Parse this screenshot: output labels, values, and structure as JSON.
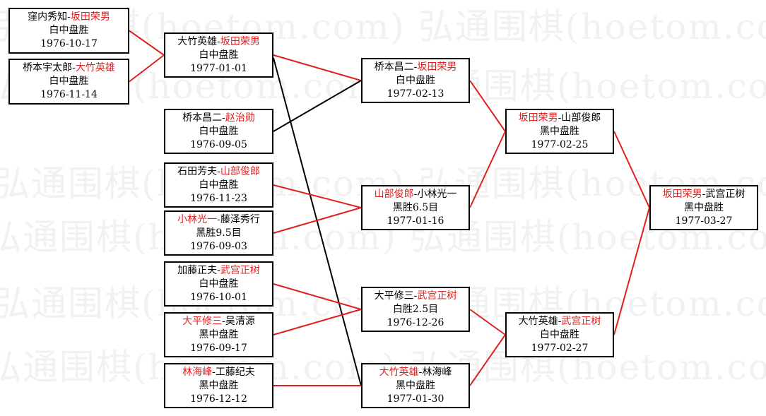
{
  "colors": {
    "winner": "#e02020",
    "text": "#000000",
    "line_win": "#e02020",
    "line_lose": "#000000",
    "watermark": "#f1f1f1"
  },
  "watermark": "弘通围棋(hoetom.com) 弘通围棋(hoetom.com)",
  "matches": [
    {
      "id": "m1",
      "round": 1,
      "black": "窪内秀知",
      "white": "坂田荣男",
      "winner": "white",
      "result": "白中盘胜",
      "date": "1976-10-17"
    },
    {
      "id": "m2",
      "round": 1,
      "black": "桥本宇太郎",
      "white": "大竹英雄",
      "winner": "white",
      "result": "白中盘胜",
      "date": "1976-11-14"
    },
    {
      "id": "m3",
      "round": 2,
      "black": "大竹英雄",
      "white": "坂田荣男",
      "winner": "white",
      "result": "白中盘胜",
      "date": "1977-01-01"
    },
    {
      "id": "m4",
      "round": 1,
      "black": "桥本昌二",
      "white": "赵治勋",
      "winner": "white",
      "result": "白中盘胜",
      "date": "1976-09-05"
    },
    {
      "id": "m5",
      "round": 1,
      "black": "石田芳夫",
      "white": "山部俊郎",
      "winner": "white",
      "result": "白中盘胜",
      "date": "1976-11-23"
    },
    {
      "id": "m6",
      "round": 1,
      "black": "小林光一",
      "white": "藤泽秀行",
      "winner": "black",
      "result": "黑胜9.5目",
      "date": "1976-09-03"
    },
    {
      "id": "m7",
      "round": 1,
      "black": "加藤正夫",
      "white": "武宫正树",
      "winner": "white",
      "result": "白中盘胜",
      "date": "1976-10-01"
    },
    {
      "id": "m8",
      "round": 1,
      "black": "大平修三",
      "white": "吴清源",
      "winner": "black",
      "result": "黑中盘胜",
      "date": "1976-09-17"
    },
    {
      "id": "m9",
      "round": 1,
      "black": "林海峰",
      "white": "工藤纪夫",
      "winner": "black",
      "result": "黑中盘胜",
      "date": "1976-12-12"
    },
    {
      "id": "m10",
      "round": 3,
      "black": "桥本昌二",
      "white": "坂田荣男",
      "winner": "white",
      "result": "白中盘胜",
      "date": "1977-02-13"
    },
    {
      "id": "m11",
      "round": 3,
      "black": "山部俊郎",
      "white": "小林光一",
      "winner": "black",
      "result": "黑胜6.5目",
      "date": "1977-01-16"
    },
    {
      "id": "m12",
      "round": 3,
      "black": "大平修三",
      "white": "武宫正树",
      "winner": "white",
      "result": "白胜2.5目",
      "date": "1976-12-26"
    },
    {
      "id": "m13",
      "round": 3,
      "black": "大竹英雄",
      "white": "林海峰",
      "winner": "black",
      "result": "黑中盘胜",
      "date": "1977-01-30"
    },
    {
      "id": "m14",
      "round": 4,
      "black": "坂田荣男",
      "white": "山部俊郎",
      "winner": "black",
      "result": "黑中盘胜",
      "date": "1977-02-25"
    },
    {
      "id": "m15",
      "round": 4,
      "black": "大竹英雄",
      "white": "武宫正树",
      "winner": "white",
      "result": "白中盘胜",
      "date": "1977-02-27"
    },
    {
      "id": "m16",
      "round": 5,
      "black": "坂田荣男",
      "white": "武宫正树",
      "winner": "black",
      "result": "黑中盘胜",
      "date": "1977-03-27"
    }
  ],
  "links": [
    {
      "from": "m1",
      "to": "m3",
      "won": true
    },
    {
      "from": "m2",
      "to": "m3",
      "won": true
    },
    {
      "from": "m3",
      "to": "m10",
      "won": true
    },
    {
      "from": "m3",
      "to": "m13",
      "won": false
    },
    {
      "from": "m4",
      "to": "m10",
      "won": false
    },
    {
      "from": "m5",
      "to": "m11",
      "won": true
    },
    {
      "from": "m6",
      "to": "m11",
      "won": true
    },
    {
      "from": "m7",
      "to": "m12",
      "won": true
    },
    {
      "from": "m8",
      "to": "m12",
      "won": true
    },
    {
      "from": "m9",
      "to": "m13",
      "won": true
    },
    {
      "from": "m10",
      "to": "m14",
      "won": true
    },
    {
      "from": "m11",
      "to": "m14",
      "won": true
    },
    {
      "from": "m12",
      "to": "m15",
      "won": true
    },
    {
      "from": "m13",
      "to": "m15",
      "won": true
    },
    {
      "from": "m14",
      "to": "m16",
      "won": true
    },
    {
      "from": "m15",
      "to": "m16",
      "won": true
    }
  ]
}
